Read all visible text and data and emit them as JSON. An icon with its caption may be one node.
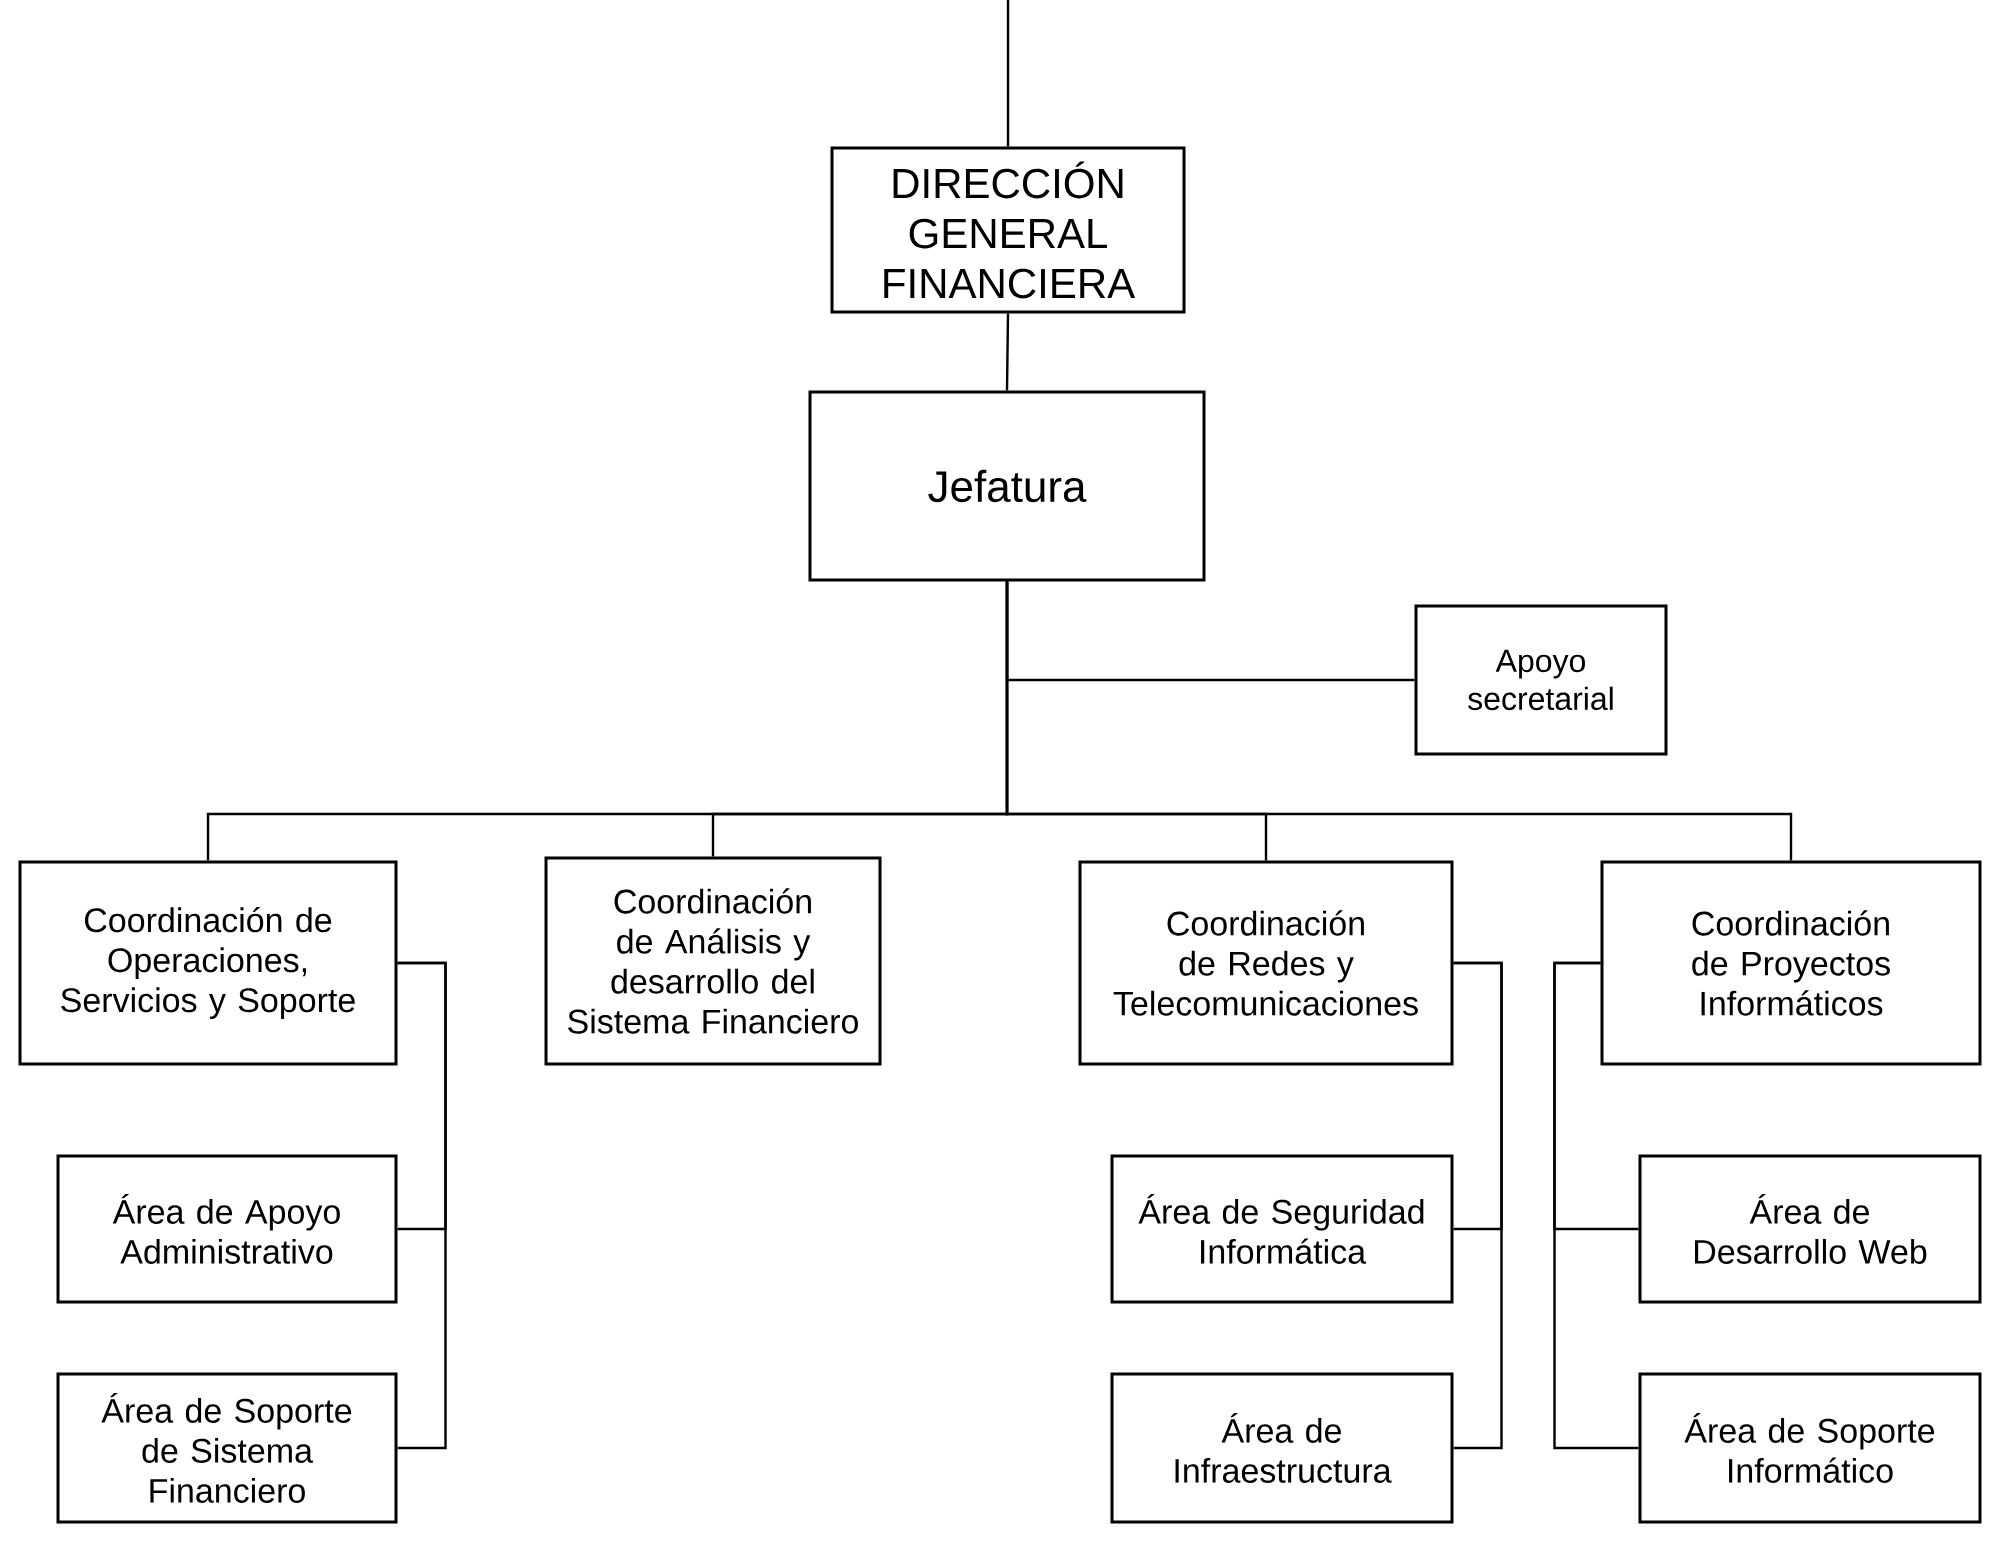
{
  "diagram": {
    "nodes": [
      {
        "text": [
          "DIRECCIÓN GENERAL FINANCIERA"
        ]
      },
      {
        "text": [
          "Jefatura"
        ]
      },
      {
        "text": [
          "Apoyo secretarial"
        ]
      },
      {
        "text": [
          "Coordinación de Operaciones, Servicios y Soporte"
        ]
      },
      {
        "text": [
          "Coordinación de Análisis y desarrollo del Sistema Financiero"
        ]
      },
      {
        "text": [
          "Coordinación de Redes y Telecomunicaciones"
        ]
      },
      {
        "text": [
          "Coordinación de Proyectos Informáticos"
        ]
      },
      {
        "text": [
          "Área de Apoyo Administrativo"
        ]
      },
      {
        "text": [
          "Área de Soporte de Sistema Financiero"
        ]
      },
      {
        "text": [
          "Área de Seguridad Informática"
        ]
      },
      {
        "text": [
          "Área de Infraestructura"
        ]
      },
      {
        "text": [
          "Área de Desarrollo Web"
        ]
      },
      {
        "text": [
          "Área de Soporte Informático"
        ]
      }
    ],
    "edges": [
      {
        "from": null,
        "to": 0,
        "arrow": "none"
      },
      {
        "from": 0,
        "to": 1,
        "arrow": "none"
      },
      {
        "from": 1,
        "to": 2,
        "arrow": "none"
      },
      {
        "from": 1,
        "to": 3,
        "arrow": "none"
      },
      {
        "from": 1,
        "to": 4,
        "arrow": "none"
      },
      {
        "from": 1,
        "to": 5,
        "arrow": "none"
      },
      {
        "from": 1,
        "to": 6,
        "arrow": "none"
      },
      {
        "from": 3,
        "to": 7,
        "arrow": "none"
      },
      {
        "from": 3,
        "to": 8,
        "arrow": "none"
      },
      {
        "from": 5,
        "to": 9,
        "arrow": "none"
      },
      {
        "from": 5,
        "to": 10,
        "arrow": "none"
      },
      {
        "from": 6,
        "to": 11,
        "arrow": "none"
      },
      {
        "from": 6,
        "to": 12,
        "arrow": "none"
      }
    ]
  }
}
